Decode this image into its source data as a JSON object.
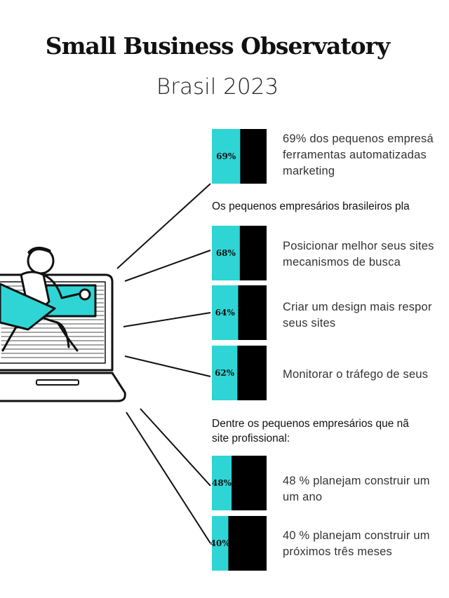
{
  "header": {
    "title": "Small Business Observatory",
    "subtitle": "Brasil 2023"
  },
  "sections": {
    "plans_heading": "Os pequenos empresários brasileiros pla",
    "no_site_heading_line1": "Dentre os pequenos empresários que nã",
    "no_site_heading_line2": "site profissional:"
  },
  "descriptions": [
    [
      "69% dos pequenos empresá",
      "ferramentas automatizadas",
      "marketing"
    ],
    [
      "Posicionar melhor seus sites",
      "mecanismos de busca"
    ],
    [
      "Criar um design mais respor",
      "seus sites"
    ],
    [
      "Monitorar o tráfego de seus"
    ],
    [
      "48 % planejam construir um",
      "um ano"
    ],
    [
      "40 % planejam construir um",
      "próximos três meses"
    ]
  ],
  "colors": {
    "accent": "#2fd5d5",
    "dark": "#000000",
    "line": "#111111"
  },
  "illustration": "person-running-out-of-laptop-illustration",
  "chart_data": {
    "type": "bar",
    "orientation": "stacked-percentage",
    "categories": [
      "69%",
      "68%",
      "64%",
      "62%",
      "48%",
      "40%"
    ],
    "values": [
      69,
      68,
      64,
      62,
      48,
      40
    ],
    "labels": [
      "69%",
      "68%",
      "64%",
      "62%",
      "48%",
      "40%"
    ],
    "ylim": [
      0,
      100
    ]
  }
}
